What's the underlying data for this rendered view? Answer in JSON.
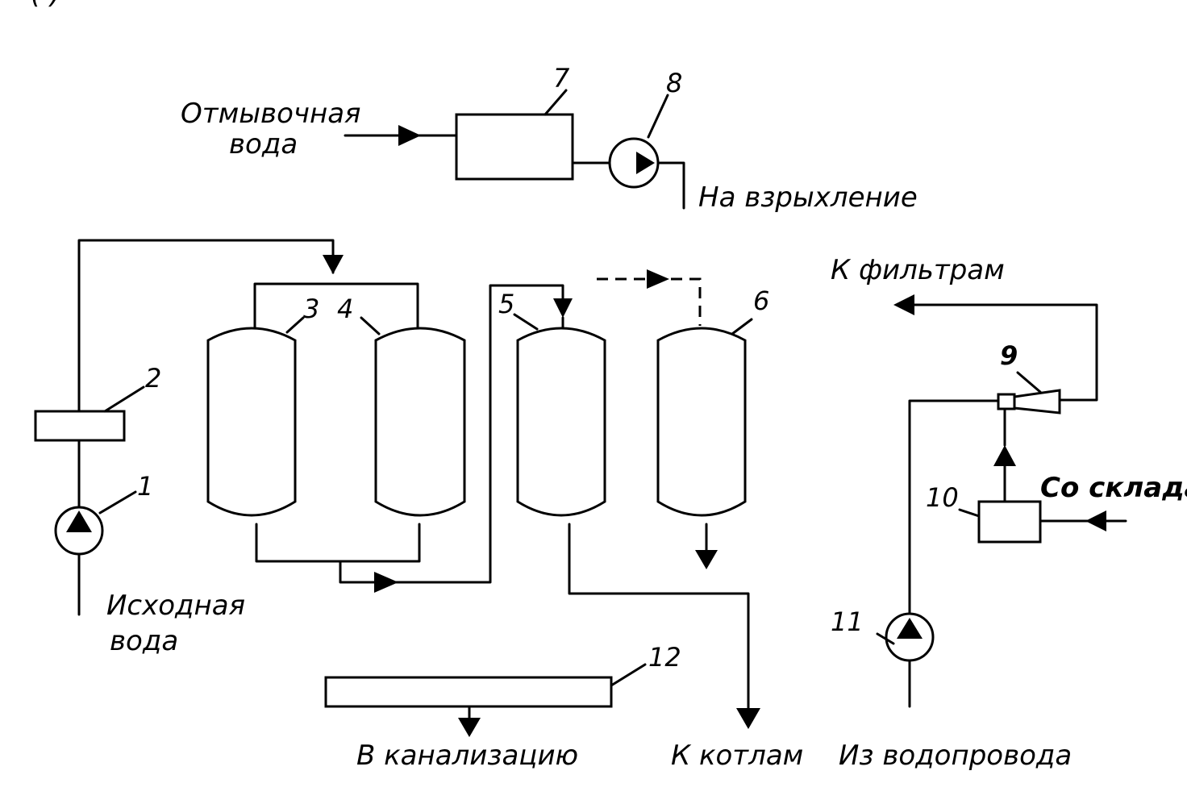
{
  "header_fragment": "(       )",
  "labels": {
    "washing_water_line1": "Отмывочная",
    "washing_water_line2": "вода",
    "to_loosening": "На взрыхление",
    "to_filters": "К фильтрам",
    "from_warehouse": "Со склада",
    "source_water_line1": "Исходная",
    "source_water_line2": "вода",
    "to_sewer": "В канализацию",
    "to_boilers": "К котлам",
    "from_water_supply": "Из водопровода"
  },
  "numbers": {
    "n1": "1",
    "n2": "2",
    "n3": "3",
    "n4": "4",
    "n5": "5",
    "n6": "6",
    "n7": "7",
    "n8": "8",
    "n9": "9",
    "n10": "10",
    "n11": "11",
    "n12": "12"
  }
}
